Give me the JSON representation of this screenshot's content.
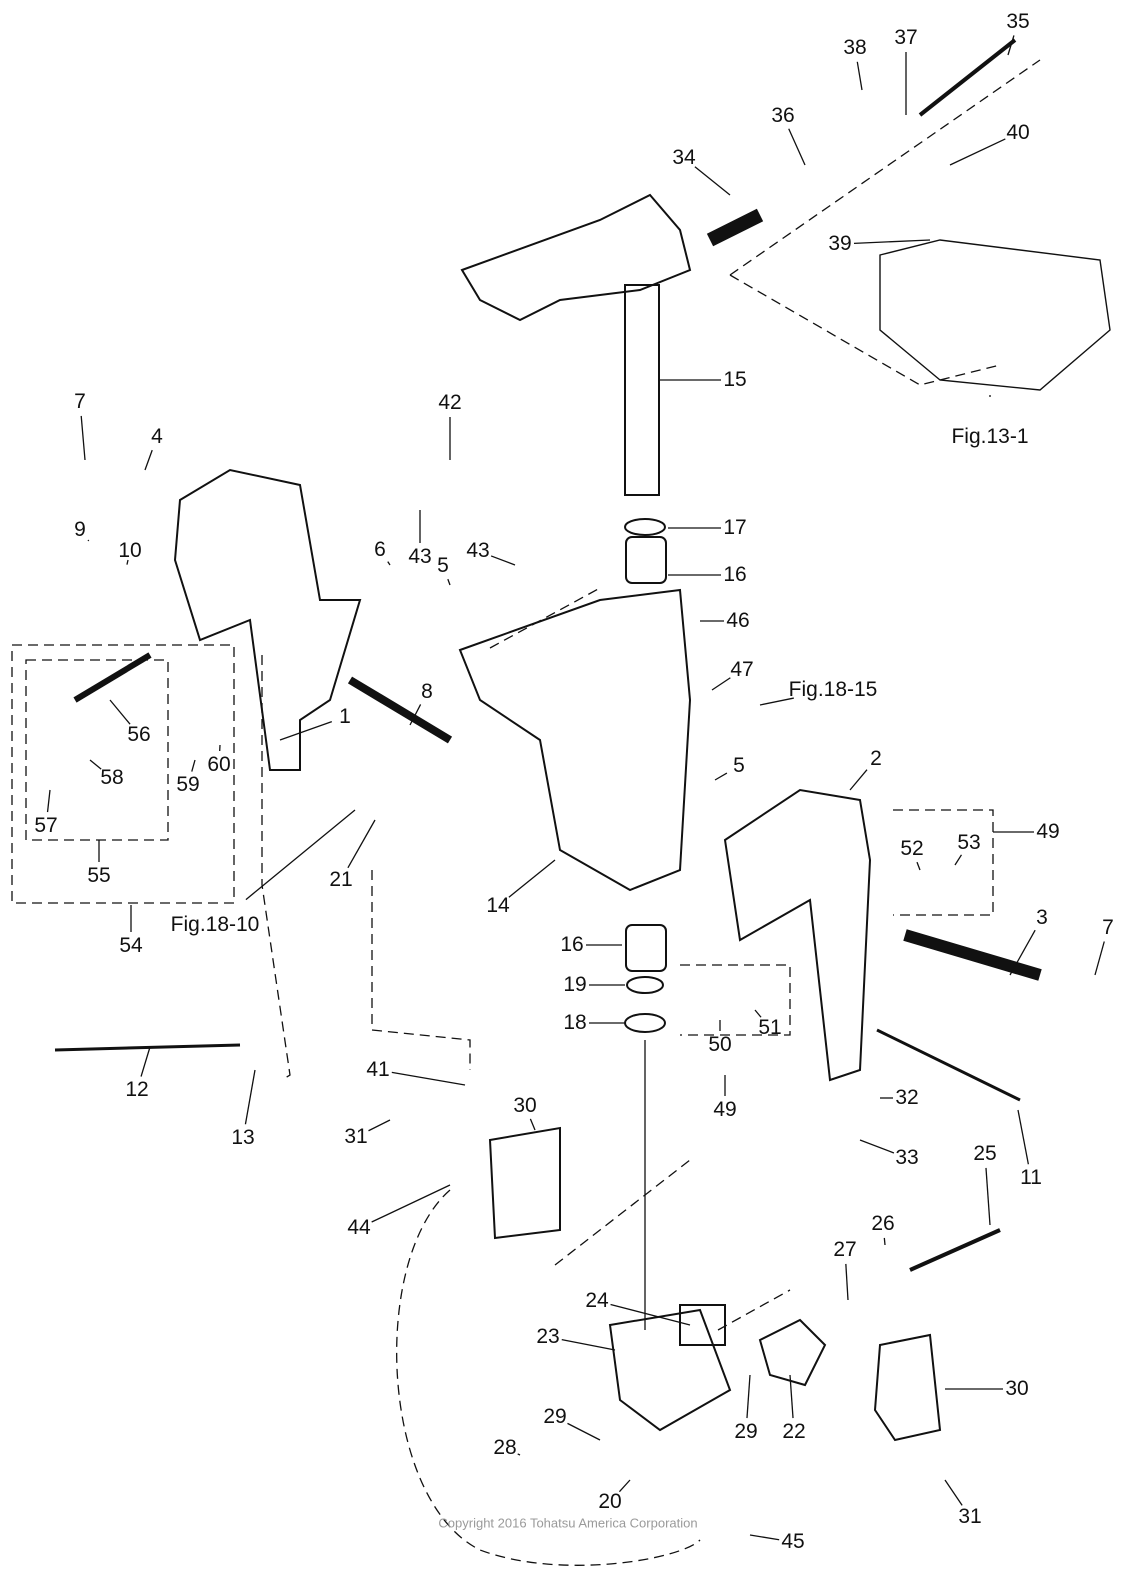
{
  "labels": [
    "35",
    "38",
    "37",
    "36",
    "34",
    "40",
    "39",
    "15",
    "Fig.13-1",
    "42",
    "7",
    "4",
    "9",
    "10",
    "43",
    "43",
    "17",
    "16",
    "46",
    "6",
    "5",
    "56",
    "58",
    "57",
    "59",
    "60",
    "55",
    "54",
    "8",
    "1",
    "47",
    "Fig.18-15",
    "5",
    "2",
    "49",
    "52",
    "53",
    "Fig.18-10",
    "21",
    "14",
    "16",
    "19",
    "18",
    "50",
    "51",
    "49",
    "3",
    "7",
    "12",
    "13",
    "41",
    "30",
    "31",
    "32",
    "33",
    "11",
    "25",
    "26",
    "27",
    "44",
    "24",
    "23",
    "30",
    "29",
    "29",
    "22",
    "28",
    "20",
    "31",
    "45"
  ],
  "copyright": "Copyright 2016 Tohatsu America Corporation"
}
